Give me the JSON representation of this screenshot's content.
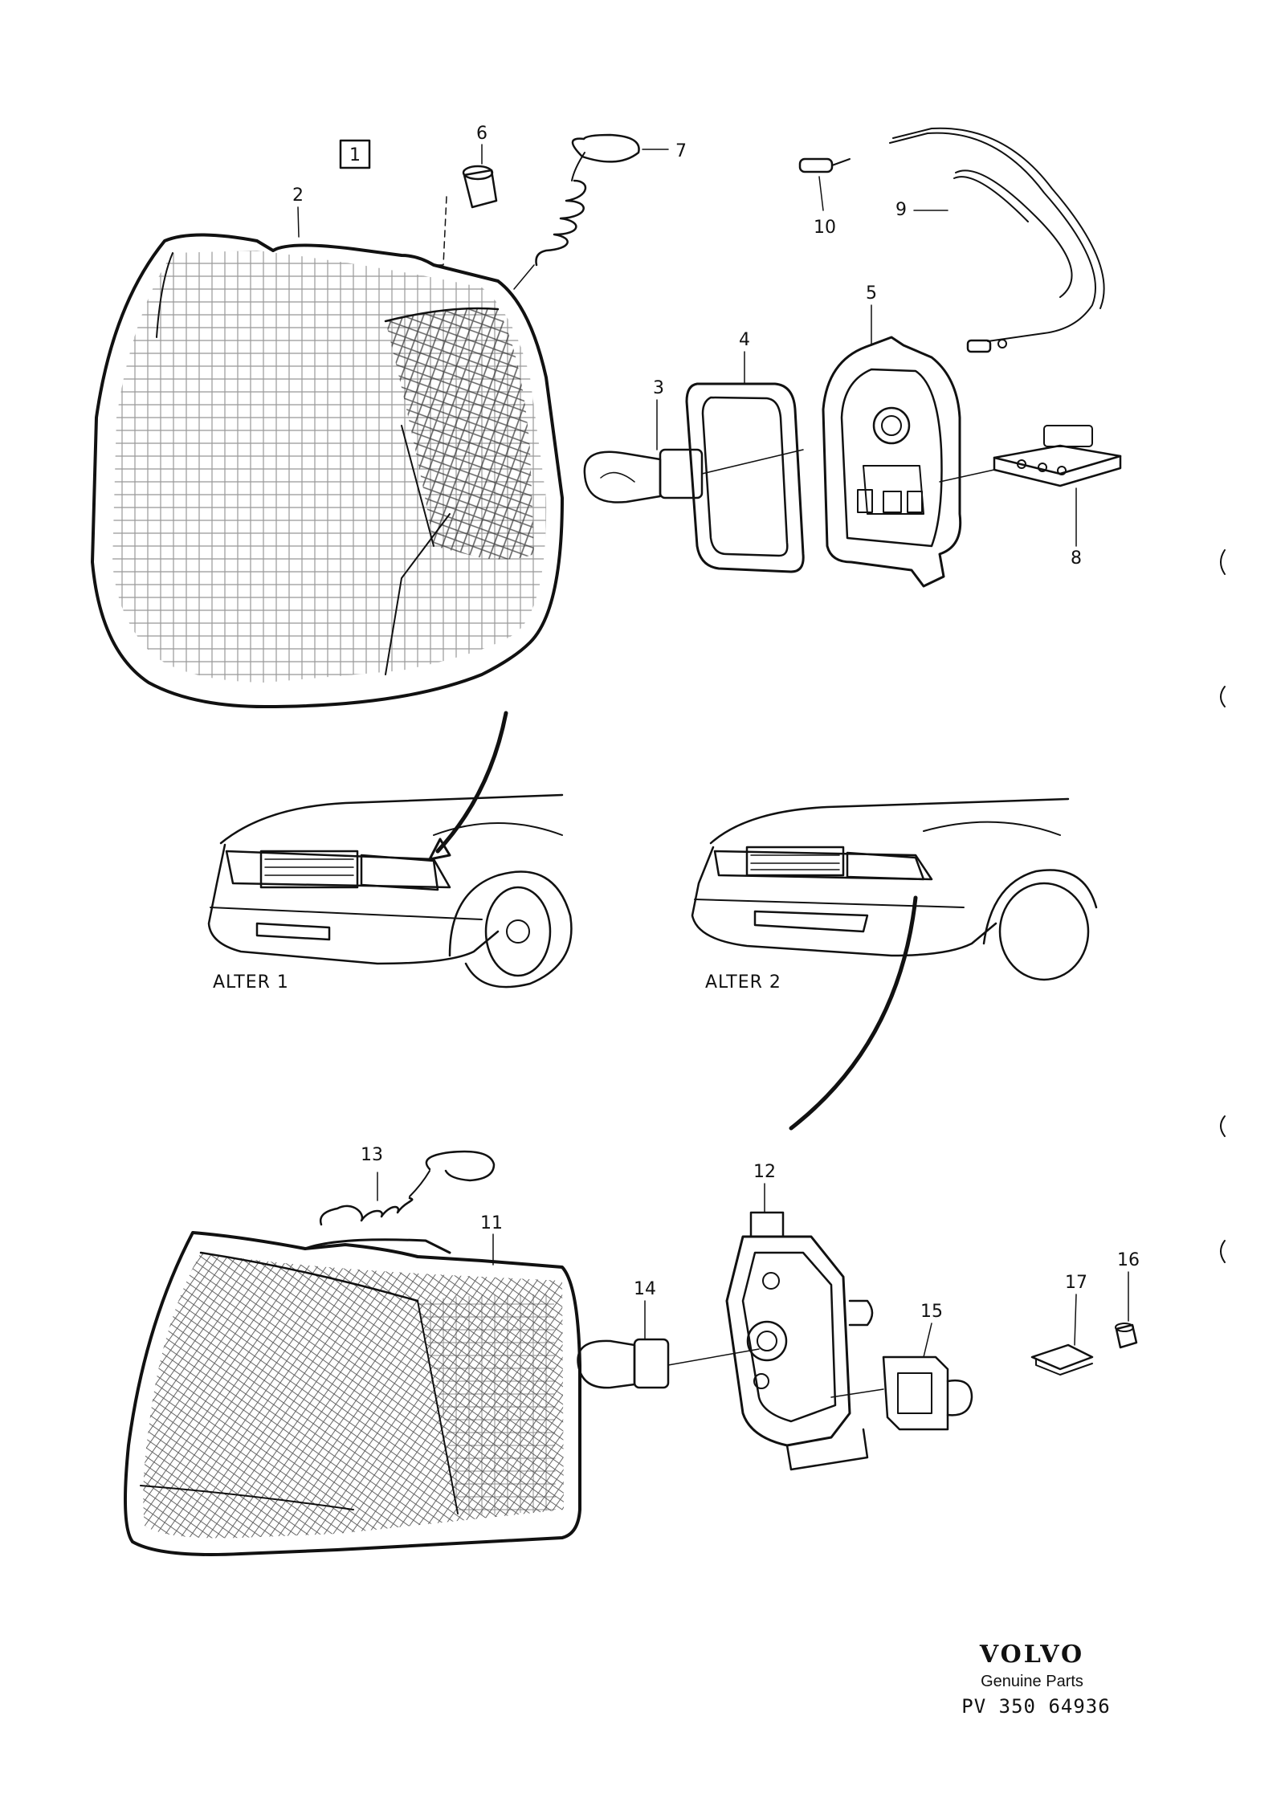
{
  "callouts": {
    "group_box": "1",
    "c1": "2",
    "c2": "6",
    "c3": "7",
    "c4": "10",
    "c5": "9",
    "c6": "4",
    "c7": "5",
    "c8": "3",
    "c9": "8",
    "c10": "13",
    "c11": "11",
    "c12": "12",
    "c13": "14",
    "c14": "15",
    "c15": "17",
    "c16": "16"
  },
  "variants": {
    "alter1": "ALTER 1",
    "alter2": "ALTER 2"
  },
  "branding": {
    "logo_text": "VOLVO",
    "tagline": "Genuine Parts",
    "drawing_code": "PV 350  64936"
  },
  "colors": {
    "ink": "#111111",
    "paper": "#ffffff"
  }
}
